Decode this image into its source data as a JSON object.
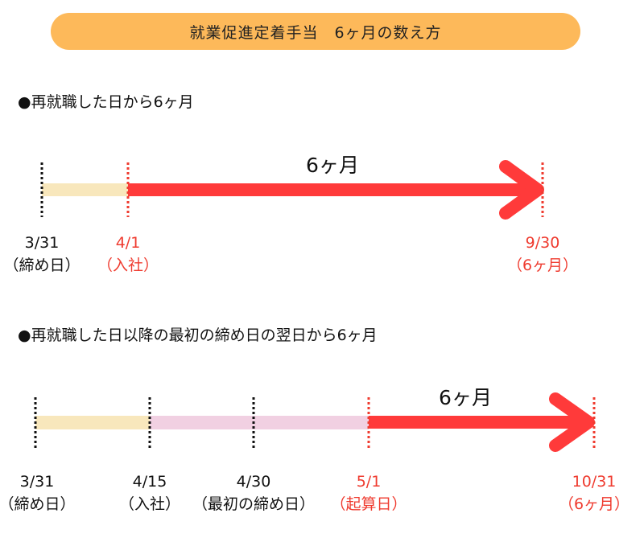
{
  "title": "就業促進定着手当　6ヶ月の数え方",
  "colors": {
    "title_bg": "#fdb95a",
    "red": "#ef3b2f",
    "arrow": "#ff3a3a",
    "waiting_bar": "#f8e7bc",
    "pre_period_bar": "#f1d0e2",
    "black": "#111111"
  },
  "section1": {
    "heading": "●再就職した日から6ヶ月",
    "duration_label": "6ヶ月",
    "markers": [
      {
        "date": "3/31",
        "note": "（締め日）",
        "color": "black"
      },
      {
        "date": "4/1",
        "note": "（入社）",
        "color": "red"
      },
      {
        "date": "9/30",
        "note": "（6ヶ月）",
        "color": "red"
      }
    ]
  },
  "section2": {
    "heading": "●再就職した日以降の最初の締め日の翌日から6ヶ月",
    "duration_label": "6ヶ月",
    "markers": [
      {
        "date": "3/31",
        "note": "（締め日）",
        "color": "black"
      },
      {
        "date": "4/15",
        "note": "（入社）",
        "color": "black"
      },
      {
        "date": "4/30",
        "note": "（最初の締め日）",
        "color": "black"
      },
      {
        "date": "5/1",
        "note": "（起算日）",
        "color": "red"
      },
      {
        "date": "10/31",
        "note": "（6ヶ月）",
        "color": "red"
      }
    ]
  }
}
